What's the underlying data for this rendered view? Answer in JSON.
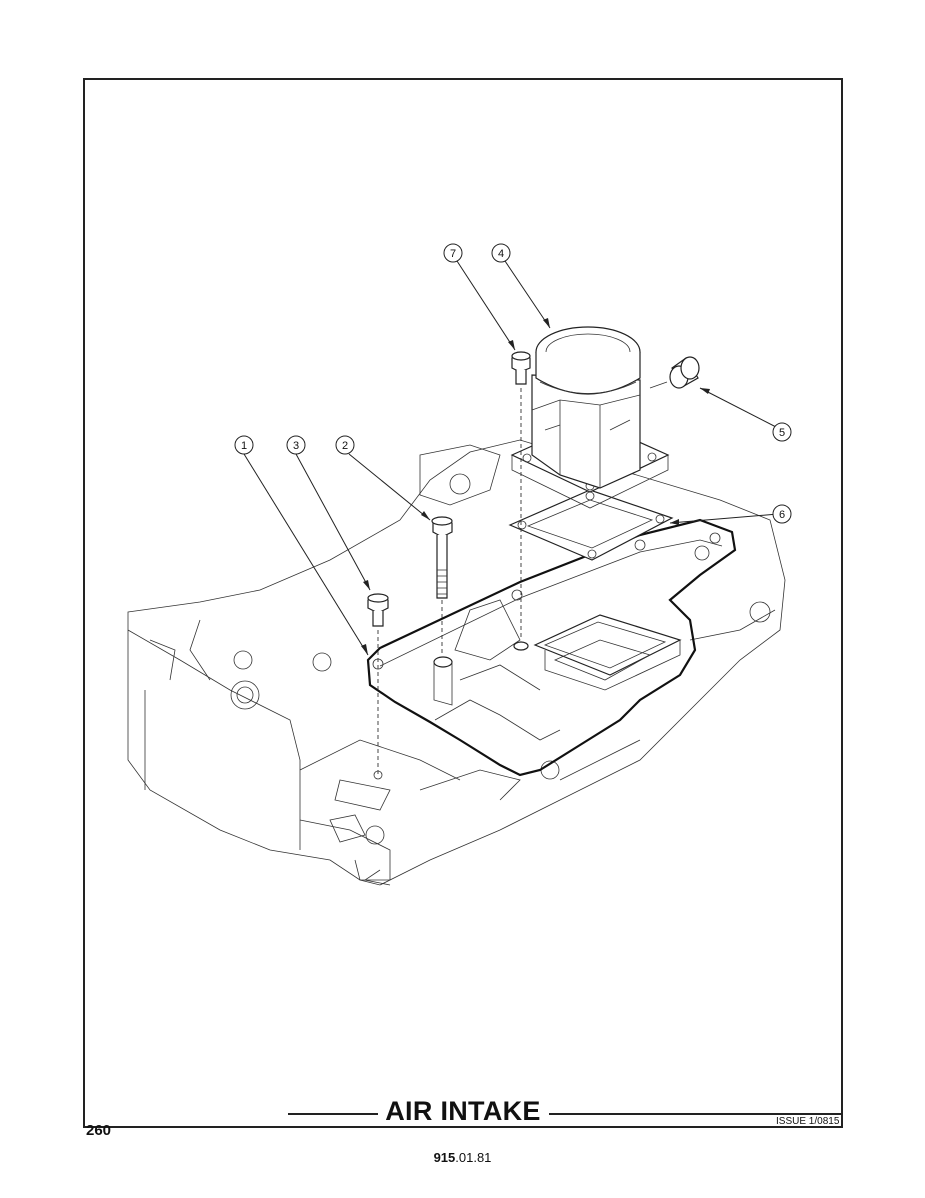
{
  "title": "AIR INTAKE",
  "page_number": "260",
  "issue": "ISSUE 1/0815",
  "doc_code_bold": "915",
  "doc_code_rest": ".01.81",
  "callouts": {
    "c1": "1",
    "c2": "2",
    "c3": "3",
    "c4": "4",
    "c5": "5",
    "c6": "6",
    "c7": "7"
  }
}
